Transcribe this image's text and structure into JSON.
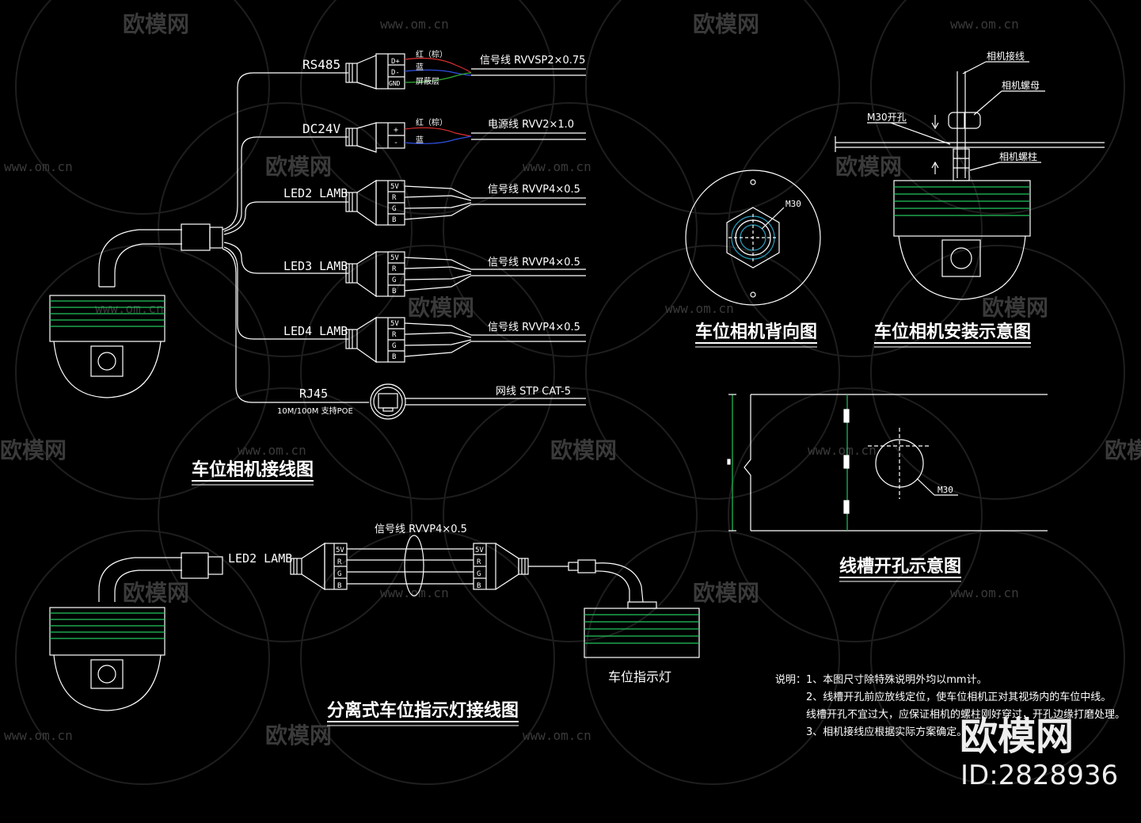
{
  "watermark": {
    "brand": "欧模网",
    "url": "www.om.cn",
    "big_brand": "欧模网",
    "id": "ID:2828936"
  },
  "wiring": {
    "title": "车位相机接线图",
    "rs485": {
      "label": "RS485",
      "pins": [
        "D+",
        "D-",
        "GND"
      ],
      "wire_colors": [
        "红（棕）",
        "蓝",
        "屏蔽层"
      ],
      "cable": "信号线 RVVSP2×0.75"
    },
    "dc24v": {
      "label": "DC24V",
      "pins": [
        "+",
        "-"
      ],
      "wire_colors": [
        "红（棕）",
        "蓝"
      ],
      "cable": "电源线 RVV2×1.0"
    },
    "led2": {
      "label": "LED2 LAMB",
      "pins": [
        "5V",
        "R",
        "G",
        "B"
      ],
      "cable": "信号线 RVVP4×0.5"
    },
    "led3": {
      "label": "LED3 LAMB",
      "pins": [
        "5V",
        "R",
        "G",
        "B"
      ],
      "cable": "信号线 RVVP4×0.5"
    },
    "led4": {
      "label": "LED4 LAMB",
      "pins": [
        "5V",
        "R",
        "G",
        "B"
      ],
      "cable": "信号线 RVVP4×0.5"
    },
    "rj45": {
      "label": "RJ45",
      "sub": "10M/100M 支持POE",
      "cable": "网线 STP CAT-5"
    }
  },
  "back_view": {
    "title": "车位相机背向图",
    "label": "M30"
  },
  "install": {
    "title": "车位相机安装示意图",
    "labels": [
      "相机接线",
      "相机螺母",
      "M30开孔",
      "相机螺柱"
    ]
  },
  "trough": {
    "title": "线槽开孔示意图",
    "label": "M30"
  },
  "separate": {
    "title": "分离式车位指示灯接线图",
    "led_label": "LED2 LAMB",
    "cable": "信号线 RVVP4×0.5",
    "pins": [
      "5V",
      "R",
      "G",
      "B"
    ],
    "lamp_label": "车位指示灯"
  },
  "notes": {
    "lines": [
      "说明：1、本图尺寸除特殊说明外均以mm计。",
      "2、线槽开孔前应放线定位，使车位相机正对其视场内的车位中线。",
      "线槽开孔不宜过大，应保证相机的螺柱刚好穿过，开孔边缘打磨处理。",
      "3、相机接线应根据实际方案确定。"
    ]
  },
  "colors": {
    "background": "#000000",
    "line": "#ffffff",
    "stripe_green": "#22c55e",
    "wire_red": "#e03030",
    "wire_blue": "#3050e0",
    "wire_green": "#30b030",
    "accent_cyan": "#2aa0c0",
    "watermark": "#3a3a3a"
  }
}
